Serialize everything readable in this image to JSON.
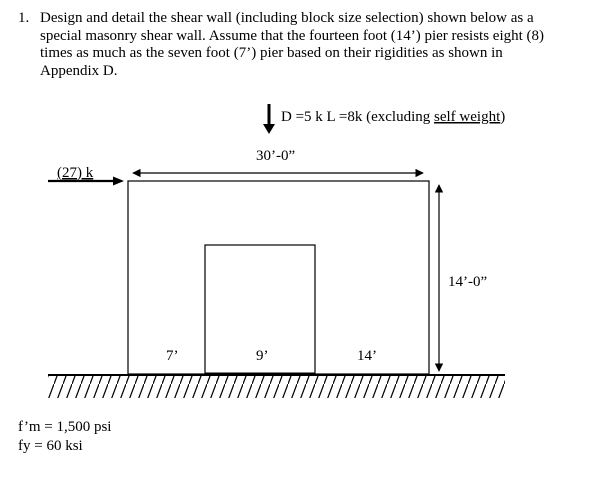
{
  "problem": {
    "number": "1.",
    "lines": [
      "Design and detail the shear wall (including block size selection) shown below as a",
      "special masonry shear wall.  Assume that the fourteen foot (14’) pier resists eight (8)",
      "times as much as the seven foot (7’) pier based on their rigidities as shown in",
      "Appendix D."
    ]
  },
  "diagram": {
    "load_label_prefix": "D =5 k L =8k (excluding ",
    "load_label_underlined": "self weight",
    "load_label_suffix": ")",
    "lateral_load": "(27) k",
    "wall_width": "30’-0”",
    "wall_height": "14’-0”",
    "left_pier": "7’",
    "opening_width": "9’",
    "right_pier": "14’"
  },
  "properties": {
    "fm": "f’m = 1,500 psi",
    "fy": "fy = 60 ksi"
  }
}
